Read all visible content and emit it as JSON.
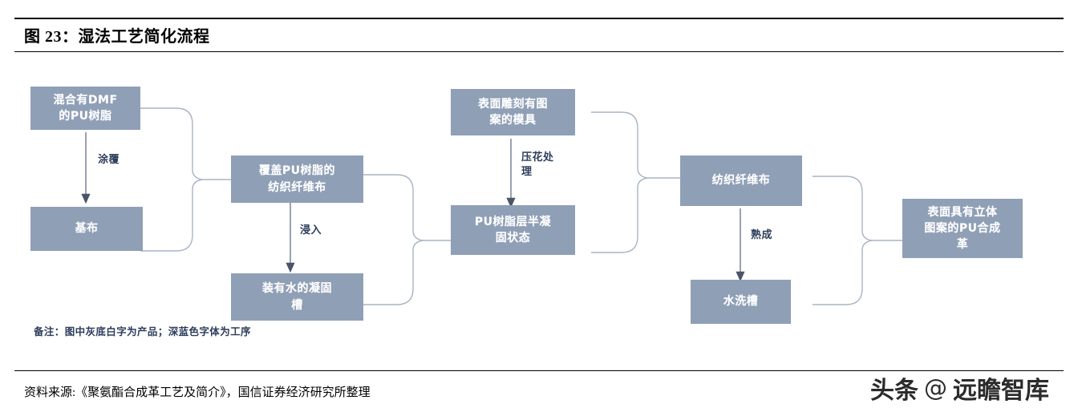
{
  "figure": {
    "title": "图 23：湿法工艺简化流程",
    "source": "资料来源:《聚氨酯合成革工艺及简介》，国信证券经济研究所整理",
    "note": "备注：图中灰底白字为产品；深蓝色字体为工序"
  },
  "watermark": {
    "brand": "头条",
    "at": "@",
    "account": "远瞻智库"
  },
  "diagram": {
    "nodes": [
      {
        "id": "pu_resin_dmf",
        "label": "混合有DMF\n的PU树脂"
      },
      {
        "id": "base_fabric",
        "label": "基布"
      },
      {
        "id": "coated_fabric",
        "label": "覆盖PU树脂的\n纺织纤维布"
      },
      {
        "id": "coagulation_tank",
        "label": "装有水的凝固\n槽"
      },
      {
        "id": "engraved_mold",
        "label": "表面雕刻有图\n案的模具"
      },
      {
        "id": "semi_solid_pu",
        "label": "PU树脂层半凝\n固状态"
      },
      {
        "id": "textile_fabric",
        "label": "纺织纤维布"
      },
      {
        "id": "washing_tank",
        "label": "水洗槽"
      },
      {
        "id": "final_product",
        "label": "表面具有立体\n图案的PU合成\n革"
      }
    ],
    "edge_labels": [
      {
        "id": "coating",
        "label": "涂覆"
      },
      {
        "id": "immersion",
        "label": "浸入"
      },
      {
        "id": "embossing",
        "label": "压花处\n理"
      },
      {
        "id": "maturing",
        "label": "熟成"
      }
    ],
    "colors": {
      "node_fill": "#8f9fb6",
      "node_text": "#ffffff",
      "edge_label_text": "#2d3d5c",
      "connector_line": "#9aa6b8",
      "arrow": "#6b7a90"
    }
  }
}
